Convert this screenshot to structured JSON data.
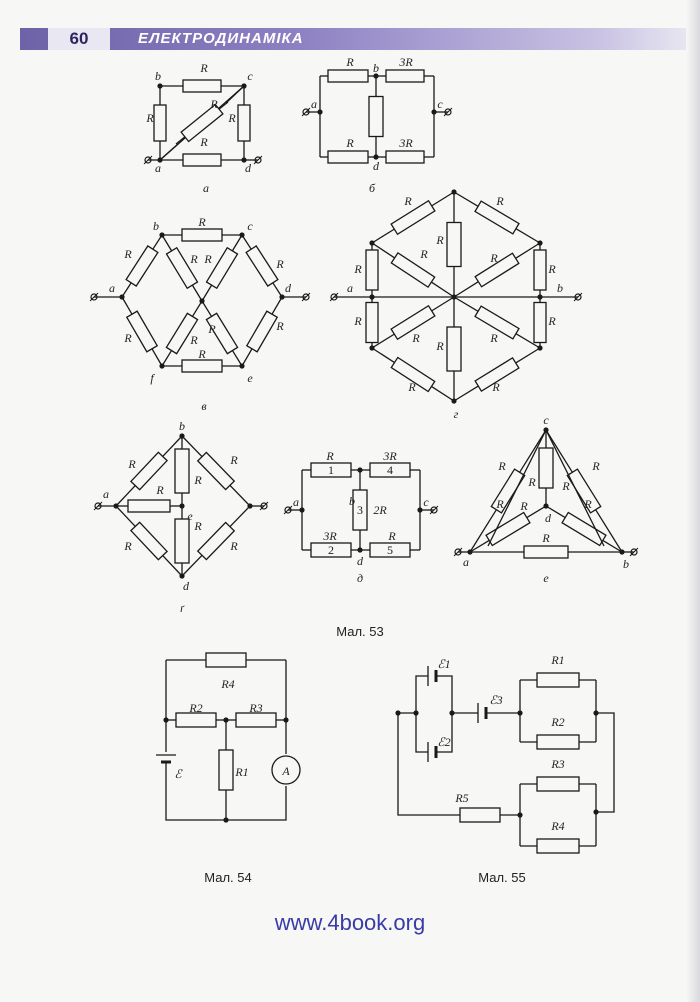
{
  "header": {
    "page_number": "60",
    "section_title": "ЕЛЕКТРОДИНАМІКА"
  },
  "figure_53": {
    "caption": "Мал. 53",
    "panel_a": {
      "label": "а",
      "nodes": [
        "a",
        "b",
        "c",
        "d"
      ],
      "resistor": "R"
    },
    "panel_b": {
      "label": "б",
      "nodes": [
        "a",
        "b",
        "c",
        "d"
      ],
      "r": "R",
      "r3": "3R"
    },
    "panel_v": {
      "label": "в",
      "nodes": [
        "a",
        "b",
        "c",
        "d",
        "e",
        "f"
      ],
      "resistor": "R"
    },
    "panel_g": {
      "label": "г",
      "nodes": [
        "a",
        "b"
      ],
      "resistor": "R"
    },
    "panel_g2": {
      "label": "ґ",
      "nodes": [
        "a",
        "b",
        "d",
        "e"
      ],
      "resistor": "R"
    },
    "panel_d": {
      "label": "д",
      "nodes": [
        "a",
        "b",
        "c",
        "d"
      ],
      "r": "R",
      "r3": "3R",
      "r2": "2R",
      "numbers": [
        "1",
        "2",
        "3",
        "4",
        "5"
      ]
    },
    "panel_e": {
      "label": "е",
      "nodes": [
        "a",
        "b",
        "c",
        "d"
      ],
      "resistor": "R"
    }
  },
  "figure_54": {
    "caption": "Мал. 54",
    "labels": {
      "r1": "R1",
      "r2": "R2",
      "r3": "R3",
      "r4": "R4",
      "emf": "ℰ",
      "ammeter": "A"
    }
  },
  "figure_55": {
    "caption": "Мал. 55",
    "labels": {
      "r1": "R1",
      "r2": "R2",
      "r3": "R3",
      "r4": "R4",
      "r5": "R5",
      "e1": "ℰ1",
      "e2": "ℰ2",
      "e3": "ℰ3"
    }
  },
  "watermark": "www.4book.org"
}
